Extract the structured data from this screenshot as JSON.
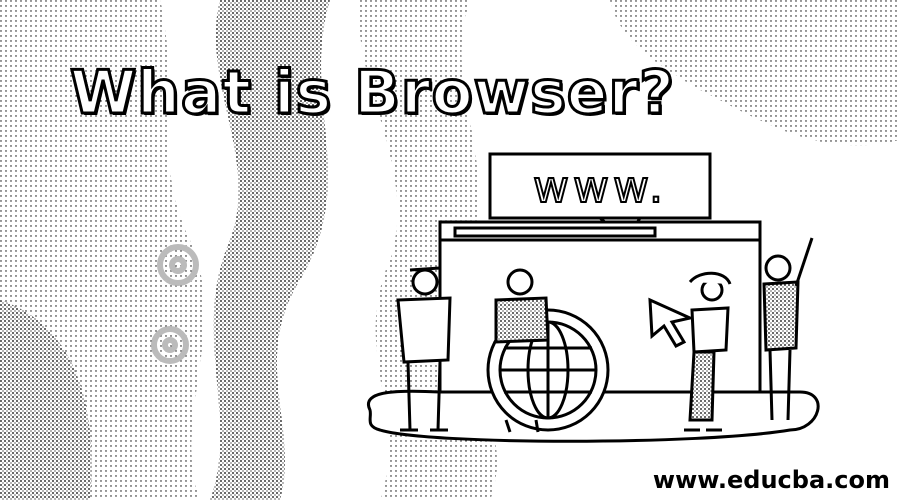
{
  "title": "What is Browser?",
  "bubble": {
    "text": "www."
  },
  "watermark": "www.educba.com",
  "icons": [
    "gear-icon",
    "gear-icon",
    "globe-icon",
    "cursor-arrow-icon",
    "speech-bubble-icon"
  ],
  "colors": {
    "ink": "#000000",
    "paper": "#ffffff",
    "stipple": "#9a9a9a"
  }
}
